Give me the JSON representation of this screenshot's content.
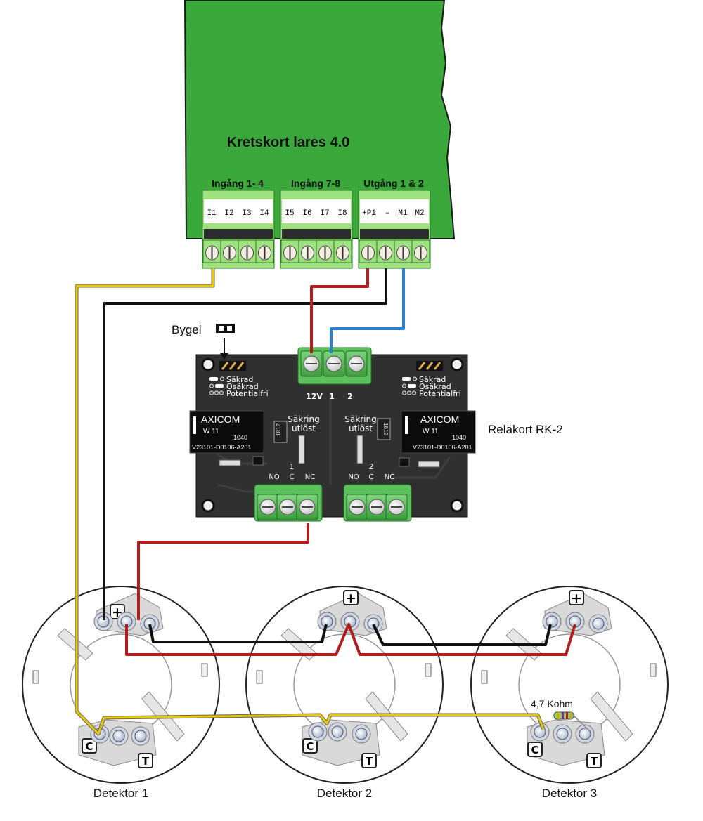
{
  "board": {
    "title": "Kretskort lares 4.0",
    "blocks": [
      {
        "label": "Ingång 1- 4",
        "terminals": [
          "I1",
          "I2",
          "I3",
          "I4"
        ]
      },
      {
        "label": "Ingång 7-8",
        "terminals": [
          "I5",
          "I6",
          "I7",
          "I8"
        ]
      },
      {
        "label": "Utgång 1 & 2",
        "terminals": [
          "+P1",
          "–",
          "M1",
          "M2"
        ]
      }
    ],
    "color": "#3aa83a"
  },
  "relay_card": {
    "name": "Reläkort RK-2",
    "jumper_label": "Bygel",
    "jumper_options": [
      "Säkrad",
      "Osäkrad",
      "Potentialfri"
    ],
    "input_terminals": [
      "12V",
      "1",
      "2"
    ],
    "fuse_label_1": "Säkring",
    "fuse_label_2": "utlöst",
    "relay_brand": "AXICOM",
    "relay_model": "W 11",
    "relay_code": "1040",
    "relay_part": "V23101-D0106-A201",
    "fuse_chip_1": "1812",
    "fuse_chip_2": "1812",
    "channel_1": "1",
    "channel_2": "2",
    "contact_labels": [
      "NO",
      "C",
      "NC"
    ]
  },
  "detectors": [
    {
      "label": "Detektor 1"
    },
    {
      "label": "Detektor 2"
    },
    {
      "label": "Detektor 3"
    }
  ],
  "detector_marks": {
    "plus": "+",
    "c": "C",
    "t": "T"
  },
  "resistor_label": "4,7 Kohm",
  "wire_colors": {
    "yellow": "#e8c800",
    "black": "#111111",
    "red": "#b01e1e",
    "blue": "#2d7fd0"
  }
}
